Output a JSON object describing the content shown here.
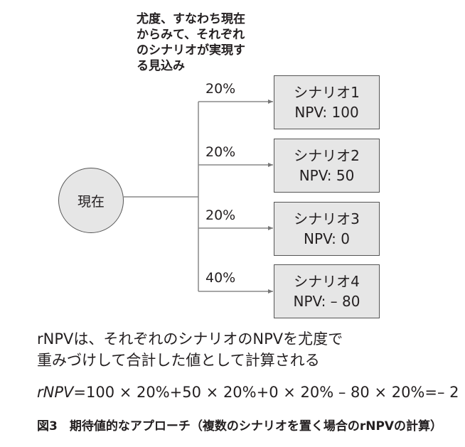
{
  "note_lines": [
    "尤度、すなわち現在",
    "からみて、それぞれ",
    "のシナリオが実現す",
    "る見込み"
  ],
  "origin_label": "現在",
  "branches": [
    {
      "percent": "20%",
      "title": "シナリオ1",
      "npv": "NPV: 100"
    },
    {
      "percent": "20%",
      "title": "シナリオ2",
      "npv": "NPV: 50"
    },
    {
      "percent": "20%",
      "title": "シナリオ3",
      "npv": "NPV: 0"
    },
    {
      "percent": "40%",
      "title": "シナリオ4",
      "npv": "NPV: – 80"
    }
  ],
  "description_lines": [
    "rNPVは、それぞれのシナリオのNPVを尤度で",
    "重みづけして合計した値として計算される"
  ],
  "formula": {
    "lhs": "rNPV",
    "rhs": "=100 × 20%+50 × 20%+0 × 20% – 80 × 20%=– 2"
  },
  "caption": "図3　期待値的なアプローチ（複数のシナリオを置く場合のrNPVの計算）"
}
